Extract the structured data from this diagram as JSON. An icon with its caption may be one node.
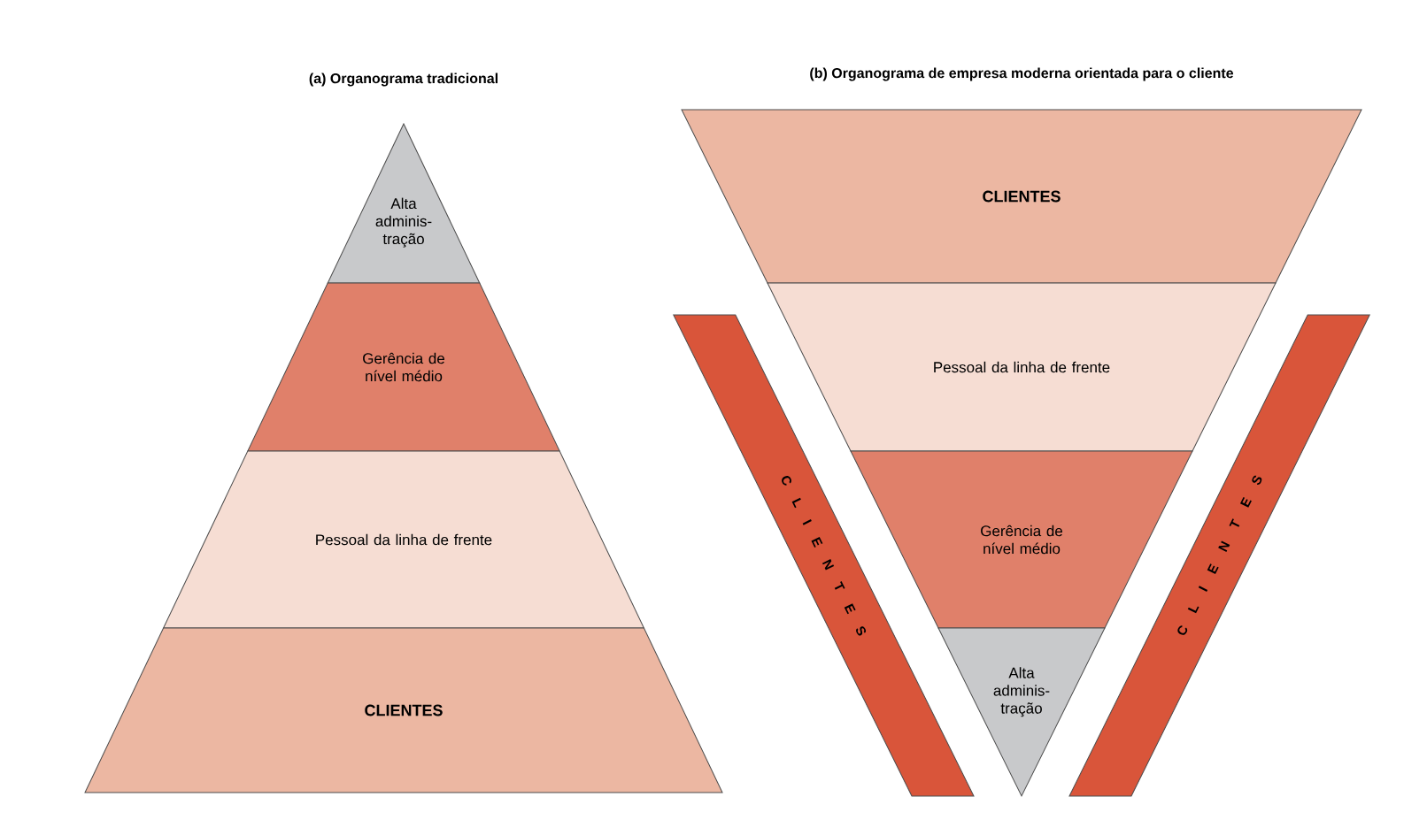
{
  "diagram": {
    "nodes": [
      {
        "text": [
          "Alta adminis- tração"
        ]
      },
      {
        "text": [
          "Gerência de nível médio"
        ]
      },
      {
        "text": [
          "Pessoal da linha de frente"
        ]
      },
      {
        "text": [
          "CLIENTES"
        ]
      },
      {
        "text": [
          "CLIENTES"
        ]
      },
      {
        "text": [
          "Pessoal da linha de frente"
        ]
      },
      {
        "text": [
          "Gerência de nível médio"
        ]
      },
      {
        "text": [
          "Alta adminis- tração"
        ]
      },
      {
        "text": [
          "C L I E N T E S"
        ]
      },
      {
        "text": [
          "C L I E N T E S"
        ]
      }
    ],
    "labels": [
      "(a) Organograma tradicional",
      "(b) Organograma de empresa moderna orientada para o cliente"
    ]
  }
}
